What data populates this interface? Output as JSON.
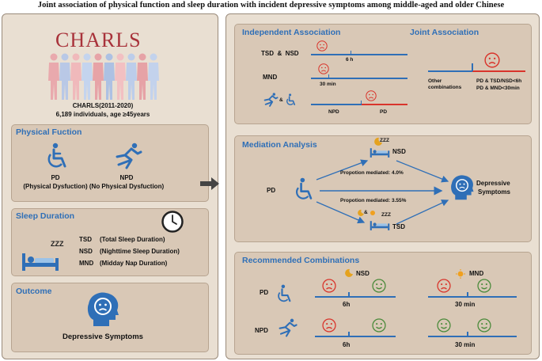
{
  "title": "Joint association of physical function and sleep duration with incident depressive symptoms among middle-aged and older Chinese",
  "left": {
    "logo": "CHARLS",
    "cohort": "CHARLS(2011-2020)",
    "sample": "6,189 individuals, age ≥45years",
    "physical": {
      "title": "Physical Fuction",
      "pd": "PD",
      "pd_desc": "(Physical Dysfuction)",
      "npd": "NPD",
      "npd_desc": "(No Physical Dysfuction)"
    },
    "sleep": {
      "title": "Sleep Duration",
      "items": [
        {
          "abbr": "TSD",
          "desc": "(Total Sleep Duration)"
        },
        {
          "abbr": "NSD",
          "desc": "(Nighttime Sleep Duration)"
        },
        {
          "abbr": "MND",
          "desc": "(Midday Nap Duration)"
        }
      ],
      "zzz": "ZZZ"
    },
    "outcome": {
      "title": "Outcome",
      "label": "Depressive Symptoms"
    }
  },
  "independent": {
    "title": "Independent Association",
    "row1": "TSD  &  NSD",
    "row1_tick": "6 h",
    "row2": "MND",
    "row2_tick": "30 min",
    "npd": "NPD",
    "pd": "PD"
  },
  "joint": {
    "title": "Joint Association",
    "other": "Other combinations",
    "pd1": "PD & TSD/NSD<6h",
    "pd2": "PD & MND<30min"
  },
  "mediation": {
    "title": "Mediation Analysis",
    "pd": "PD",
    "nsd": "NSD",
    "tsd": "TSD",
    "prop1": "Propotion mediated: 4.0%",
    "prop2": "Propotion mediated: 3.55%",
    "outcome1": "Depressive",
    "outcome2": "Symptoms",
    "zzz": "ZZZ",
    "and": "&"
  },
  "recommended": {
    "title": "Recommended Combinations",
    "nsd": "NSD",
    "mnd": "MND",
    "pd": "PD",
    "npd": "NPD",
    "tick_6h": "6h",
    "tick_30": "30 min"
  },
  "colors": {
    "blue": "#2f6fb7",
    "red": "#d9342b",
    "green": "#4a8a3a",
    "panel": "#e9dfd2",
    "subpanel": "#d9c8b6"
  }
}
